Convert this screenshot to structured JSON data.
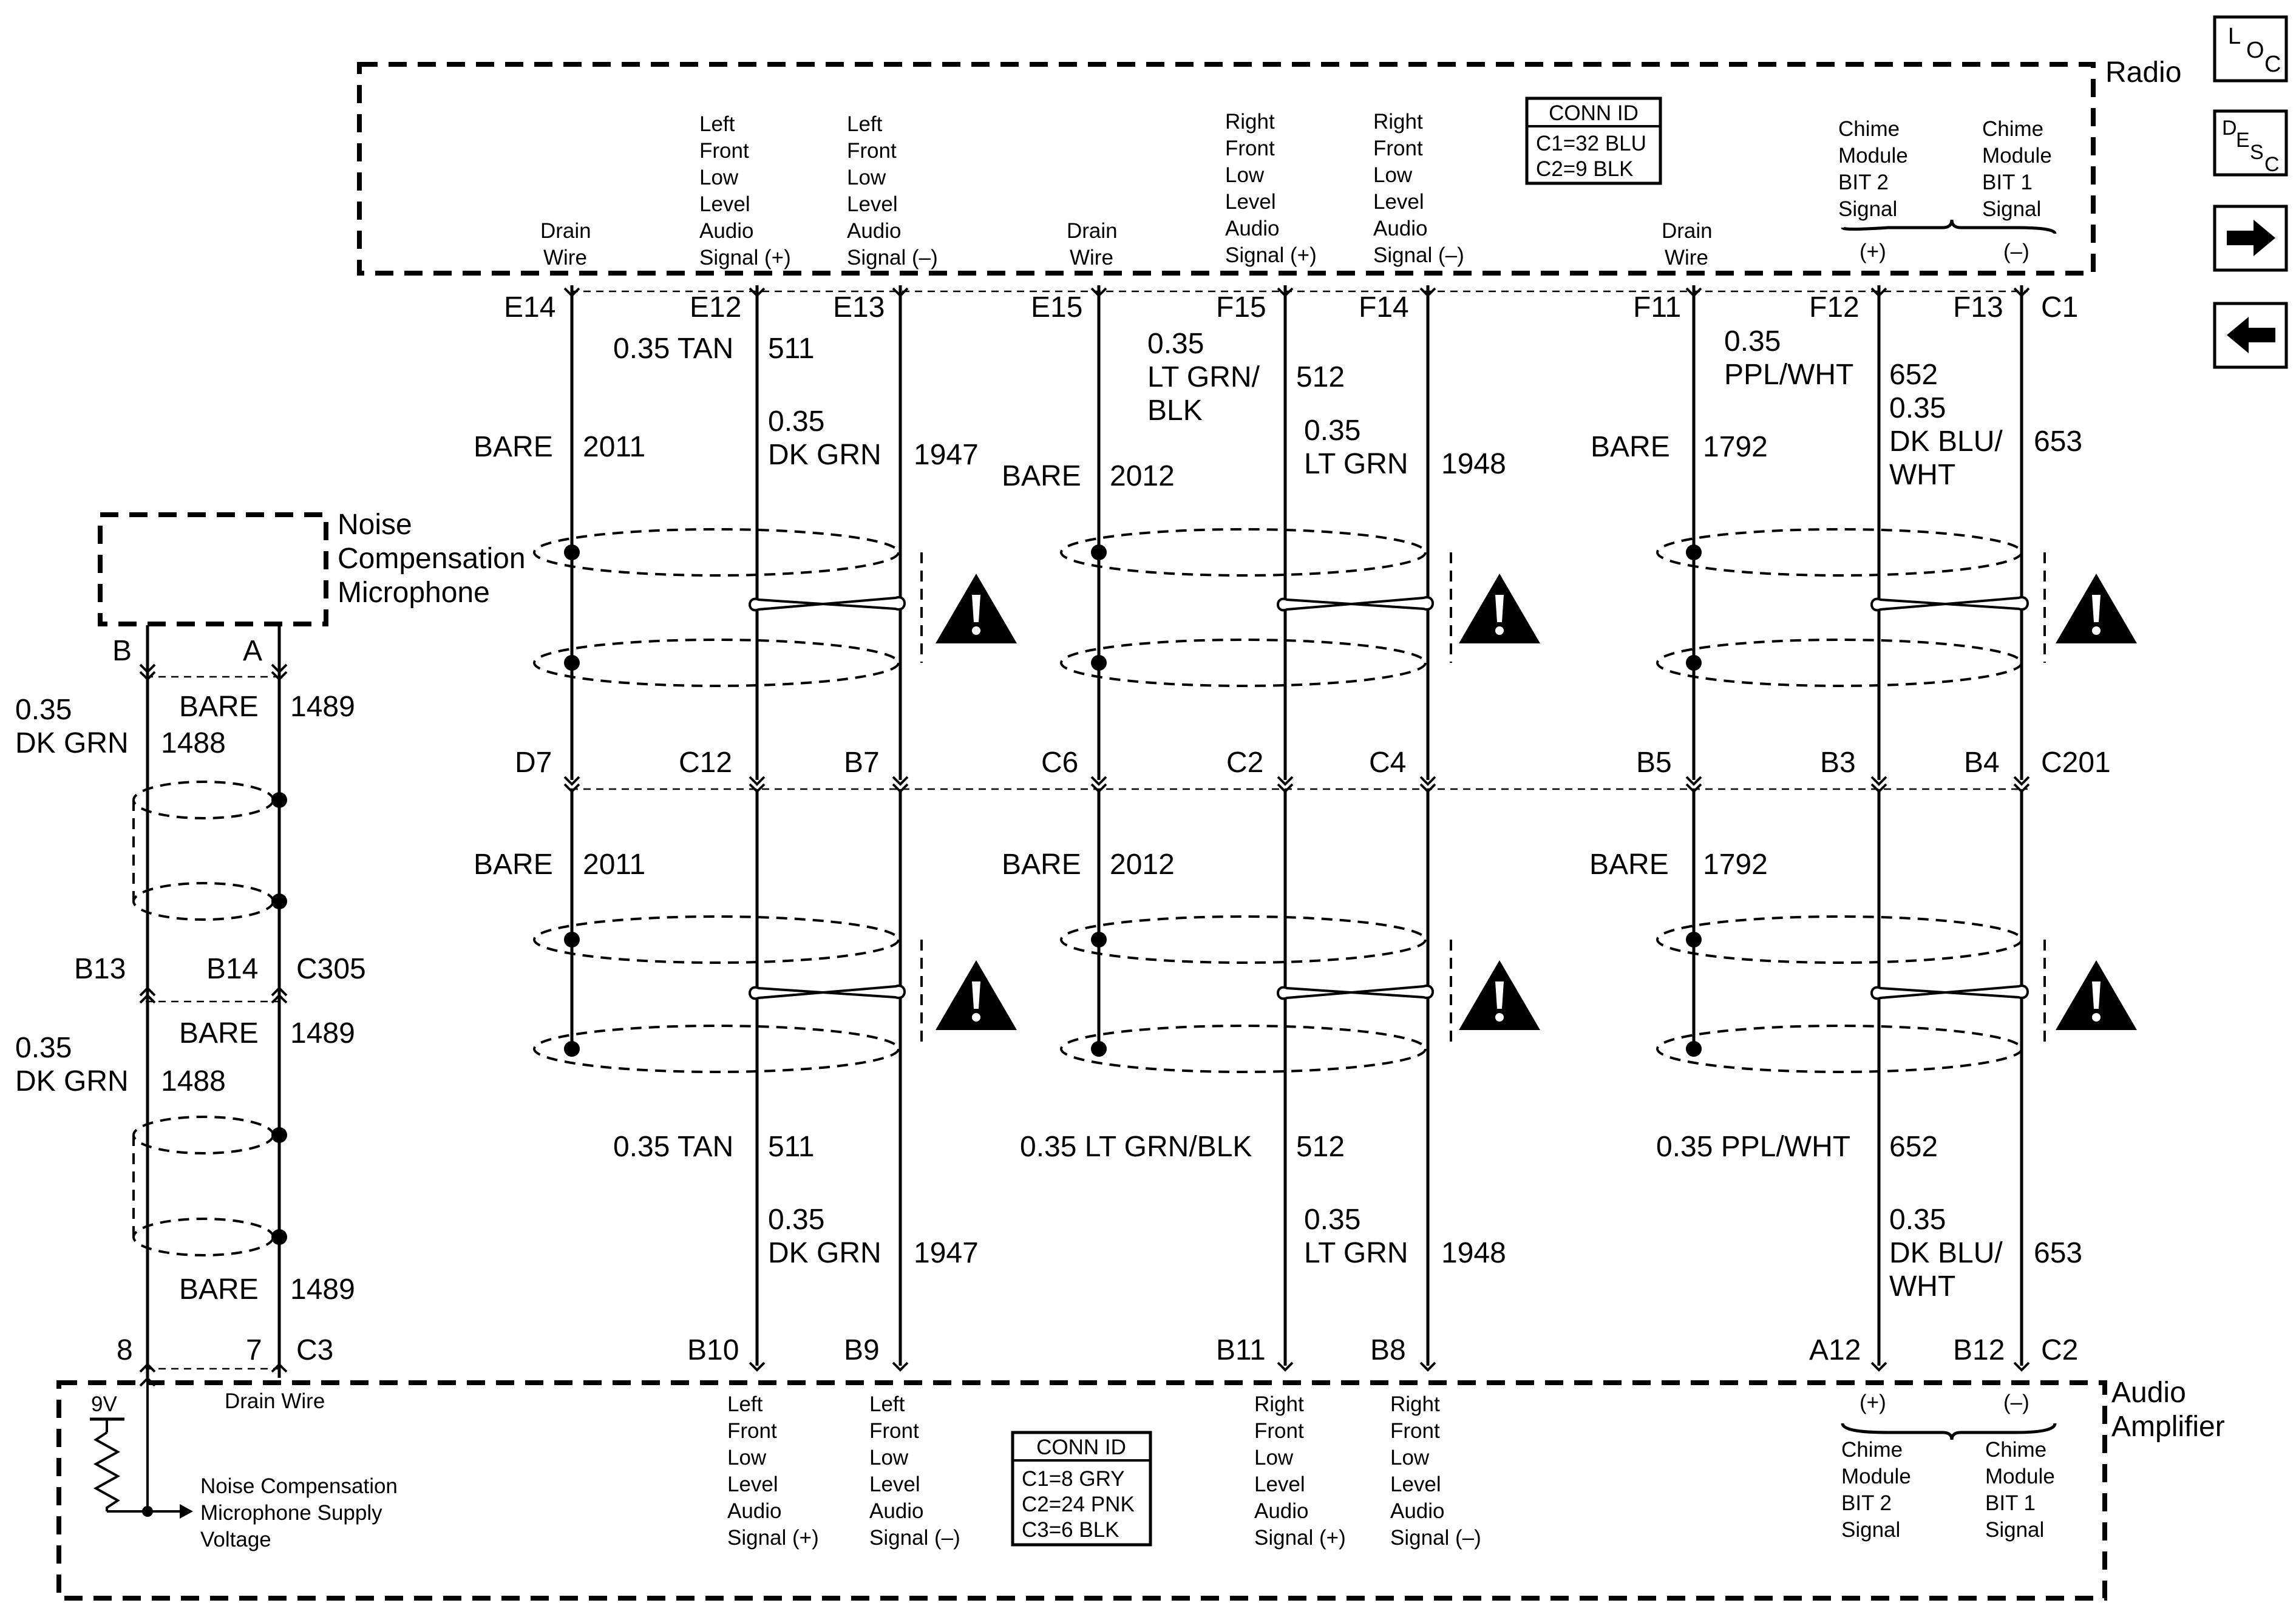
{
  "radio": {
    "title": "Radio",
    "pins": [
      {
        "lines": [
          "Drain",
          "Wire"
        ]
      },
      {
        "lines": [
          "Left",
          "Front",
          "Low",
          "Level",
          "Audio",
          "Signal (+)"
        ]
      },
      {
        "lines": [
          "Left",
          "Front",
          "Low",
          "Level",
          "Audio",
          "Signal (–)"
        ]
      },
      {
        "lines": [
          "Drain",
          "Wire"
        ]
      },
      {
        "lines": [
          "Right",
          "Front",
          "Low",
          "Level",
          "Audio",
          "Signal (+)"
        ]
      },
      {
        "lines": [
          "Right",
          "Front",
          "Low",
          "Level",
          "Audio",
          "Signal (–)"
        ]
      },
      {
        "lines": [
          "Drain",
          "Wire"
        ]
      },
      {
        "lines": [
          "Chime",
          "Module",
          "BIT 2",
          "Signal"
        ]
      },
      {
        "lines": [
          "Chime",
          "Module",
          "BIT 1",
          "Signal"
        ]
      }
    ],
    "chime_pos": "(+)",
    "chime_neg": "(–)",
    "conn_id": {
      "title": "CONN ID",
      "lines": [
        "C1=32 BLU",
        "C2=9 BLK"
      ]
    }
  },
  "amplifier": {
    "title_lines": [
      "Audio",
      "Amplifier"
    ],
    "drain_label": "Drain Wire",
    "voltage_label": "9V",
    "supply_lines": [
      "Noise Compensation",
      "Microphone Supply",
      "Voltage"
    ],
    "pins": [
      {
        "lines": [
          "Left",
          "Front",
          "Low",
          "Level",
          "Audio",
          "Signal (+)"
        ]
      },
      {
        "lines": [
          "Left",
          "Front",
          "Low",
          "Level",
          "Audio",
          "Signal (–)"
        ]
      },
      {
        "lines": [
          "Right",
          "Front",
          "Low",
          "Level",
          "Audio",
          "Signal (+)"
        ]
      },
      {
        "lines": [
          "Right",
          "Front",
          "Low",
          "Level",
          "Audio",
          "Signal (–)"
        ]
      },
      {
        "lines": [
          "Chime",
          "Module",
          "BIT 2",
          "Signal"
        ]
      },
      {
        "lines": [
          "Chime",
          "Module",
          "BIT 1",
          "Signal"
        ]
      }
    ],
    "chime_pos": "(+)",
    "chime_neg": "(–)",
    "conn_id": {
      "title": "CONN ID",
      "lines": [
        "C1=8 GRY",
        "C2=24 PNK",
        "C3=6 BLK"
      ]
    }
  },
  "microphone": {
    "title_lines": [
      "Noise",
      "Compensation",
      "Microphone"
    ]
  },
  "terminals": {
    "radio": [
      "E14",
      "E12",
      "E13",
      "E15",
      "F15",
      "F14",
      "F11",
      "F12",
      "F13",
      "C1"
    ],
    "c201": [
      "D7",
      "C12",
      "B7",
      "C6",
      "C2",
      "C4",
      "B5",
      "B3",
      "B4",
      "C201"
    ],
    "amp": [
      "B10",
      "B9",
      "B11",
      "B8",
      "A12",
      "B12",
      "C2"
    ],
    "mic": [
      "B",
      "A"
    ],
    "c305": [
      "B13",
      "B14",
      "C305"
    ],
    "amp_c3": [
      "8",
      "7",
      "C3"
    ]
  },
  "wire_labels": {
    "upper": [
      {
        "text": "BARE"
      },
      {
        "text": "2011"
      },
      {
        "text": "0.35 TAN"
      },
      {
        "text": "511"
      },
      {
        "text": "0.35"
      },
      {
        "text": "DK GRN"
      },
      {
        "text": "1947"
      },
      {
        "text": "BARE"
      },
      {
        "text": "2012"
      },
      {
        "text": "0.35"
      },
      {
        "text": "LT GRN/"
      },
      {
        "text": "BLK"
      },
      {
        "text": "512"
      },
      {
        "text": "0.35"
      },
      {
        "text": "LT GRN"
      },
      {
        "text": "1948"
      },
      {
        "text": "BARE"
      },
      {
        "text": "1792"
      },
      {
        "text": "0.35"
      },
      {
        "text": "PPL/WHT"
      },
      {
        "text": "652"
      },
      {
        "text": "0.35"
      },
      {
        "text": "DK BLU/"
      },
      {
        "text": "WHT"
      },
      {
        "text": "653"
      }
    ],
    "middle": [
      {
        "text": "BARE"
      },
      {
        "text": "2011"
      },
      {
        "text": "BARE"
      },
      {
        "text": "2012"
      },
      {
        "text": "BARE"
      },
      {
        "text": "1792"
      }
    ],
    "lower": [
      {
        "text": "0.35 TAN"
      },
      {
        "text": "511"
      },
      {
        "text": "0.35"
      },
      {
        "text": "DK GRN"
      },
      {
        "text": "1947"
      },
      {
        "text": "0.35 LT GRN/BLK"
      },
      {
        "text": "512"
      },
      {
        "text": "0.35"
      },
      {
        "text": "LT GRN"
      },
      {
        "text": "1948"
      },
      {
        "text": "0.35 PPL/WHT"
      },
      {
        "text": "652"
      },
      {
        "text": "0.35"
      },
      {
        "text": "DK BLU/"
      },
      {
        "text": "WHT"
      },
      {
        "text": "653"
      }
    ],
    "left": [
      {
        "text": "0.35"
      },
      {
        "text": "DK GRN"
      },
      {
        "text": "1488"
      },
      {
        "text": "BARE"
      },
      {
        "text": "1489"
      },
      {
        "text": "0.35"
      },
      {
        "text": "DK GRN"
      },
      {
        "text": "1488"
      },
      {
        "text": "BARE"
      },
      {
        "text": "1489"
      },
      {
        "text": "BARE"
      },
      {
        "text": "1489"
      }
    ]
  },
  "nav": {
    "loc": {
      "letters": [
        "L",
        "O",
        "C"
      ]
    },
    "desc": {
      "letters": [
        "D",
        "E",
        "S",
        "C"
      ]
    },
    "next_icon": "arrow-right-icon",
    "prev_icon": "arrow-left-icon"
  }
}
